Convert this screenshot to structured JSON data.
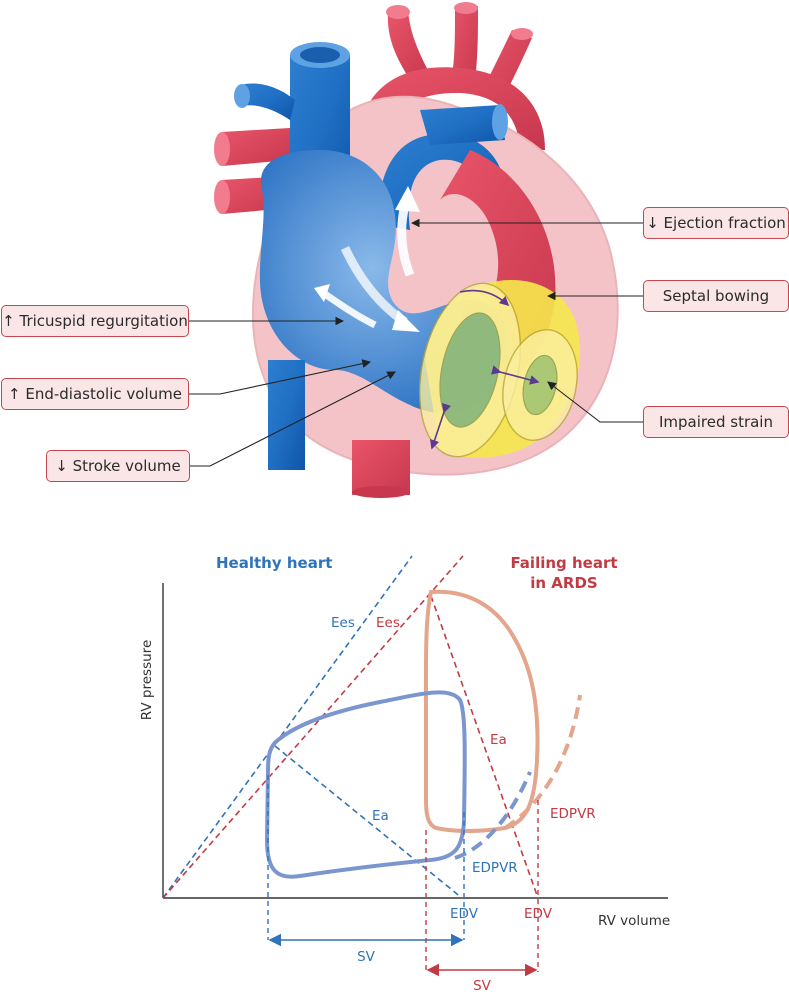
{
  "callouts": {
    "ejection_fraction": "↓ Ejection fraction",
    "septal_bowing": "Septal bowing",
    "tricuspid_regurgitation": "↑ Tricuspid regurgitation",
    "end_diastolic_volume": "↑ End-diastolic volume",
    "impaired_strain": "Impaired strain",
    "stroke_volume": "↓ Stroke volume"
  },
  "loop_diagram": {
    "healthy_title": "Healthy heart",
    "failing_title_line1": "Failing heart",
    "failing_title_line2": "in ARDS",
    "y_axis_label": "RV pressure",
    "x_axis_label": "RV volume",
    "healthy": {
      "ees": "Ees",
      "ea": "Ea",
      "edpvr": "EDPVR",
      "edv": "EDV",
      "sv": "SV"
    },
    "failing": {
      "ees": "Ees",
      "ea": "Ea",
      "edpvr": "EDPVR",
      "edv": "EDV",
      "sv": "SV"
    }
  },
  "colors": {
    "healthy_blue": "#2f73b9",
    "healthy_loop": "#7b96cf",
    "failing_red": "#c23b43",
    "failing_loop": "#e3a58b",
    "callout_border": "#c8474e",
    "callout_fill": "#fbe6e7"
  }
}
